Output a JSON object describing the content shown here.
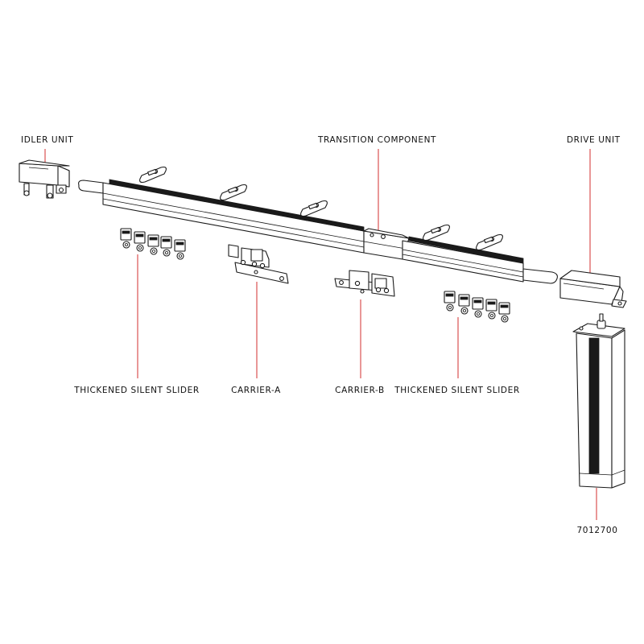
{
  "labels": {
    "idler_unit": "IDLER UNIT",
    "transition_component": "TRANSITION COMPONENT",
    "drive_unit": "DRIVE UNIT",
    "slider_left": "THICKENED SILENT SLIDER",
    "carrier_a": "CARRIER-A",
    "carrier_b": "CARRIER-B",
    "slider_right": "THICKENED SILENT SLIDER",
    "motor_code": "7012700"
  },
  "colors": {
    "leader_line": "#d32f2f",
    "outline": "#1a1a1a",
    "background": "#ffffff"
  }
}
